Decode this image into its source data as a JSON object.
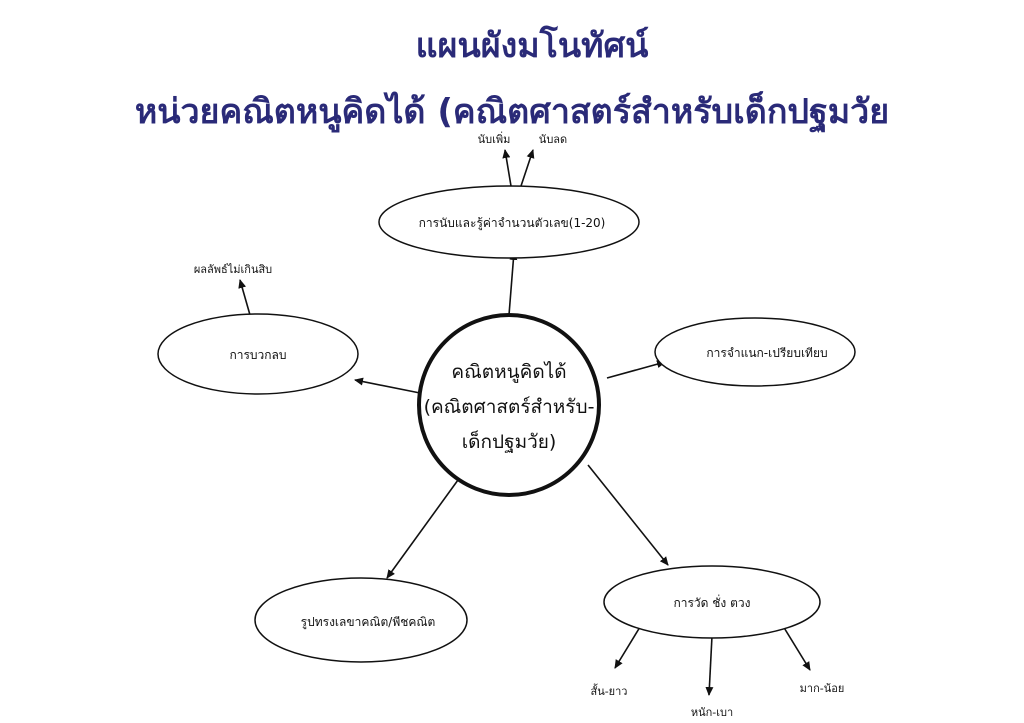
{
  "title": {
    "line1": "แผนผังมโนทัศน์",
    "line2": "หน่วยคณิตหนูคิดได้ (คณิตศาสตร์สำหรับเด็กปฐมวัย"
  },
  "center": {
    "line1": "คณิตหนูคิดได้",
    "line2": "(คณิตศาสตร์สำหรับ-",
    "line3": "เด็กปฐมวัย)"
  },
  "nodes": {
    "counting": {
      "label": "การนับและรู้ค่าจำนวนตัวเลข(1-20)",
      "subs": [
        "นับเพิ่ม",
        "นับลด"
      ]
    },
    "add_sub": {
      "label": "การบวกลบ",
      "subs": [
        "ผลลัพธ์ไม่เกินสิบ"
      ]
    },
    "classify": {
      "label": "การจำแนก-เปรียบเทียบ"
    },
    "geometry": {
      "label": "รูปทรงเลขาคณิต/พีชคณิต"
    },
    "measure": {
      "label": "การวัด ชั่ง ตวง",
      "subs": [
        "สั้น-ยาว",
        "หนัก-เบา",
        "มาก-น้อย"
      ]
    }
  }
}
